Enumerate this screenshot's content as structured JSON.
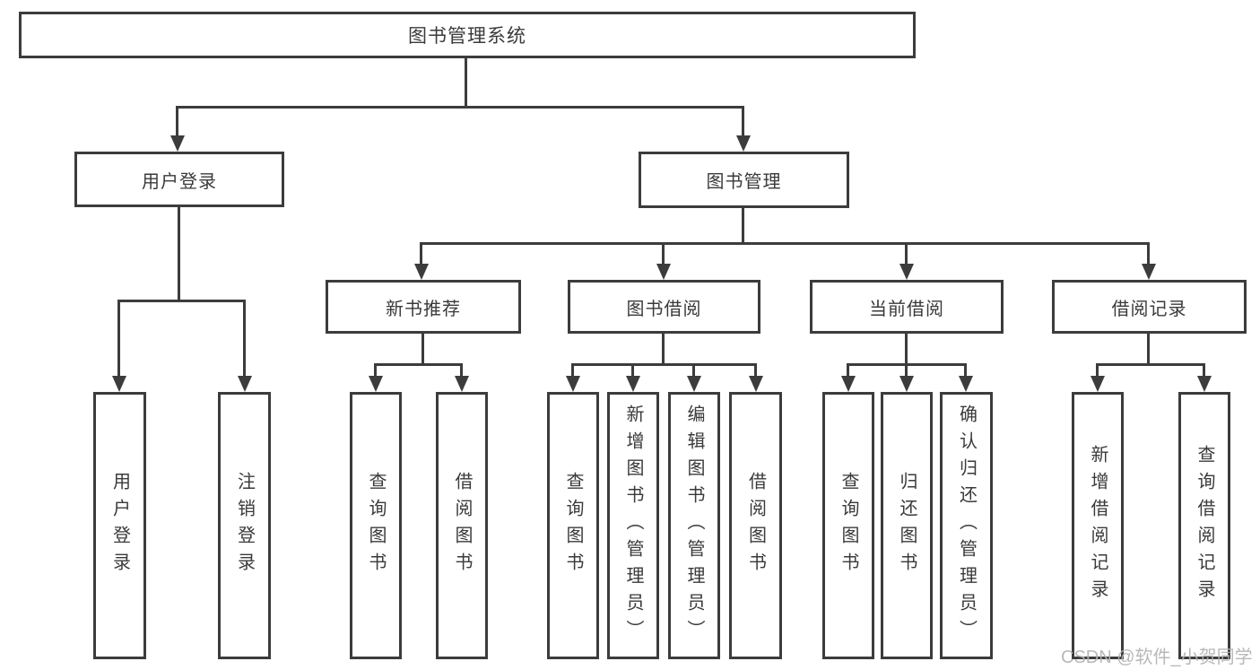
{
  "diagram": {
    "type": "tree-structure-chart",
    "tree": {
      "label": "图书管理系统",
      "children": [
        {
          "label": "用户登录",
          "children": [
            {
              "label": "用户登录"
            },
            {
              "label": "注销登录"
            }
          ]
        },
        {
          "label": "图书管理",
          "children": [
            {
              "label": "新书推荐",
              "children": [
                {
                  "label": "查询图书"
                },
                {
                  "label": "借阅图书"
                }
              ]
            },
            {
              "label": "图书借阅",
              "children": [
                {
                  "label": "查询图书"
                },
                {
                  "label": "新增图书（管理员）"
                },
                {
                  "label": "编辑图书（管理员）"
                },
                {
                  "label": "借阅图书"
                }
              ]
            },
            {
              "label": "当前借阅",
              "children": [
                {
                  "label": "查询图书"
                },
                {
                  "label": "归还图书"
                },
                {
                  "label": "确认归还（管理员）"
                }
              ]
            },
            {
              "label": "借阅记录",
              "children": [
                {
                  "label": "新增借阅记录"
                },
                {
                  "label": "查询借阅记录"
                }
              ]
            }
          ]
        }
      ]
    }
  },
  "watermark": {
    "text": "CSDN @软件_小贺同学"
  },
  "colors": {
    "line": "#3c3c3c",
    "text": "#3a3a3a",
    "watermark": "#b3b3b6",
    "background": "#ffffff"
  }
}
